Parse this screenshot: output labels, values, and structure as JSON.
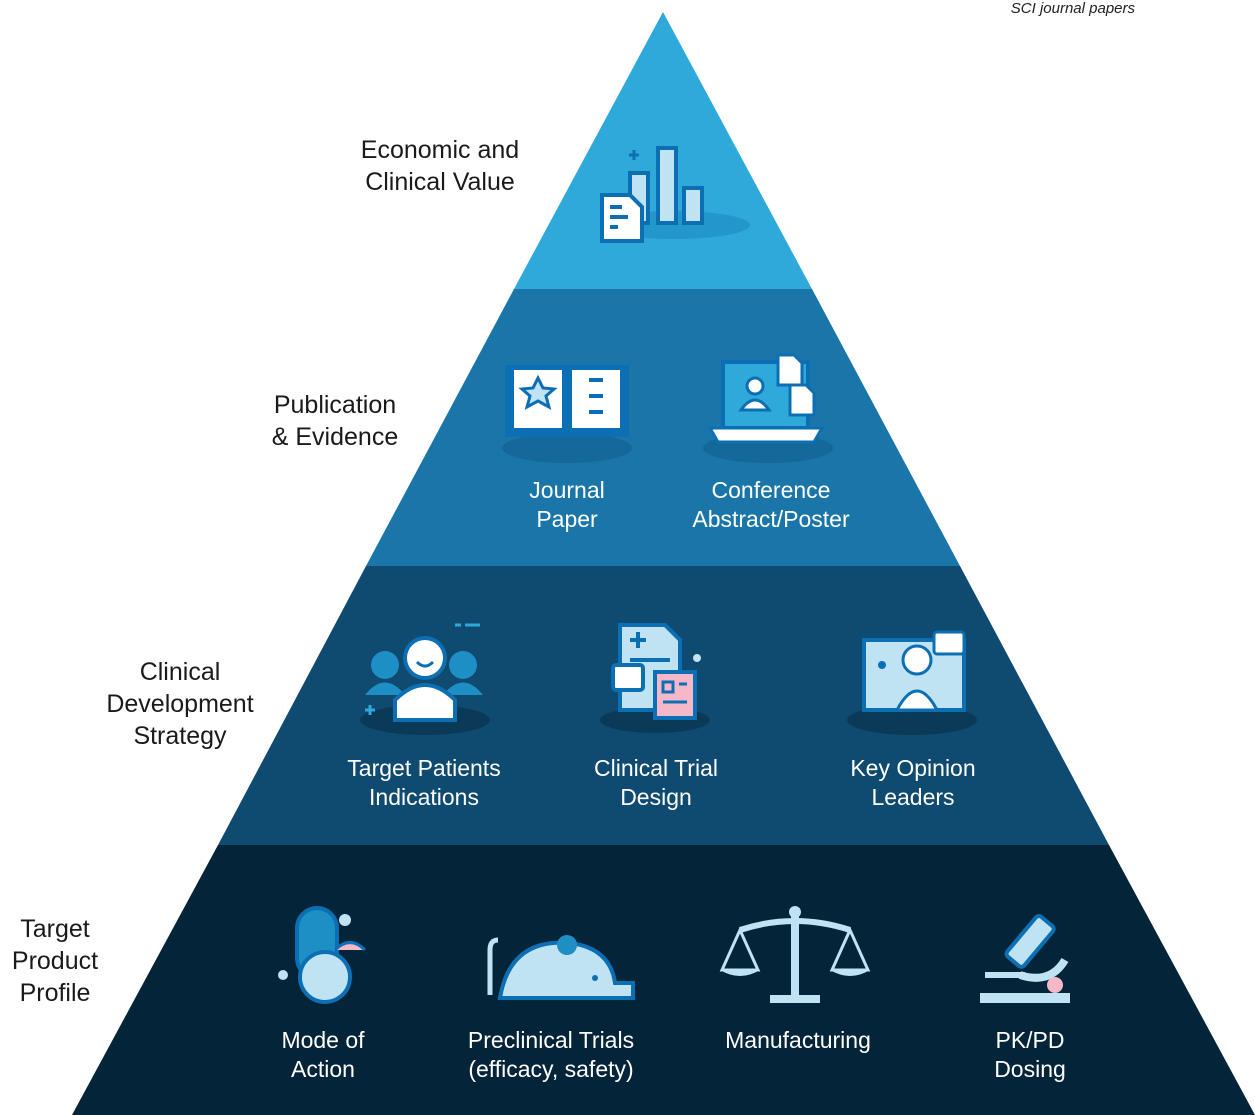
{
  "caption": "SCI journal papers",
  "colors": {
    "tier1": "#2fa8da",
    "tier2": "#1a76a8",
    "tier3": "#0f4a70",
    "tier4": "#04243a",
    "icon_light": "#bfe3f3",
    "icon_dark": "#0d6fb3",
    "accent_pink": "#f5b8c8"
  },
  "tiers": [
    {
      "label": "Economic and\nClinical Value",
      "items": [
        {
          "icon": "bar-chart-document-icon",
          "label": ""
        }
      ]
    },
    {
      "label": "Publication\n& Evidence",
      "items": [
        {
          "icon": "open-book-star-icon",
          "label": "Journal\nPaper"
        },
        {
          "icon": "laptop-presentation-icon",
          "label": "Conference\nAbstract/Poster"
        }
      ]
    },
    {
      "label": "Clinical\nDevelopment\nStrategy",
      "items": [
        {
          "icon": "patients-group-icon",
          "label": "Target Patients\nIndications"
        },
        {
          "icon": "trial-documents-icon",
          "label": "Clinical Trial\nDesign"
        },
        {
          "icon": "expert-speaker-icon",
          "label": "Key Opinion\nLeaders"
        }
      ]
    },
    {
      "label": "Target\nProduct\nProfile",
      "items": [
        {
          "icon": "capsule-pill-icon",
          "label": "Mode of\nAction"
        },
        {
          "icon": "lab-mouse-icon",
          "label": "Preclinical Trials\n(efficacy, safety)"
        },
        {
          "icon": "balance-scale-icon",
          "label": "Manufacturing"
        },
        {
          "icon": "microscope-icon",
          "label": "PK/PD\nDosing"
        }
      ]
    }
  ]
}
